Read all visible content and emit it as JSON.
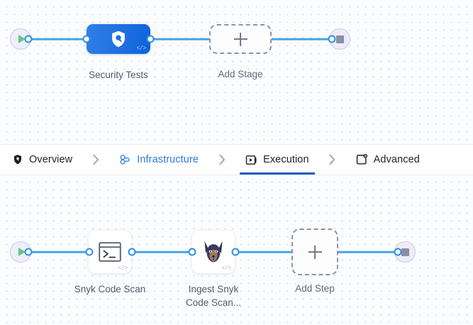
{
  "theme": {
    "canvas_bg": "#fafcfe",
    "dot_color": "#d5dce5",
    "wire_color": "#48a3e8",
    "port_color": "#2e8fe0",
    "stage_node_blue": "#1f6fe0",
    "active_tab_underline": "#1b5fc1",
    "link_blue": "#2e7ae0",
    "caption_text": "#555a6b",
    "play_green": "#5fc97f",
    "stop_gray": "#8b8fa3"
  },
  "tabbar": {
    "tabs": [
      {
        "id": "overview",
        "label": "Overview",
        "icon": "shield-icon",
        "state": "default"
      },
      {
        "id": "infrastructure",
        "label": "Infrastructure",
        "icon": "infra-nodes-icon",
        "state": "link"
      },
      {
        "id": "execution",
        "label": "Execution",
        "icon": "execution-icon",
        "state": "active"
      },
      {
        "id": "advanced",
        "label": "Advanced",
        "icon": "advanced-gear-icon",
        "state": "default"
      }
    ],
    "separator_glyph": "chevron-right-icon"
  },
  "stage_canvas": {
    "name": "stage-pipeline-canvas",
    "start_node": {
      "name": "pipeline-start",
      "icon": "play-icon"
    },
    "end_node": {
      "name": "pipeline-end",
      "icon": "stop-icon"
    },
    "nodes": [
      {
        "id": "security-tests",
        "label": "Security Tests",
        "type": "stage",
        "icon": "security-shield-icon",
        "badge": "</>",
        "selected": true
      },
      {
        "id": "add-stage",
        "label": "Add Stage",
        "type": "add",
        "icon": "plus-icon"
      }
    ]
  },
  "step_canvas": {
    "name": "step-pipeline-canvas",
    "start_node": {
      "name": "steps-start",
      "icon": "play-icon"
    },
    "end_node": {
      "name": "steps-end",
      "icon": "stop-icon"
    },
    "nodes": [
      {
        "id": "snyk-code-scan",
        "label": "Snyk Code Scan",
        "type": "step",
        "icon": "terminal-icon",
        "badge": "</>"
      },
      {
        "id": "ingest-snyk-code-scan",
        "label": "Ingest Snyk\nCode Scan...",
        "type": "step",
        "icon": "snyk-dog-icon",
        "badge": "</>"
      },
      {
        "id": "add-step",
        "label": "Add Step",
        "type": "add",
        "icon": "plus-icon"
      }
    ]
  }
}
